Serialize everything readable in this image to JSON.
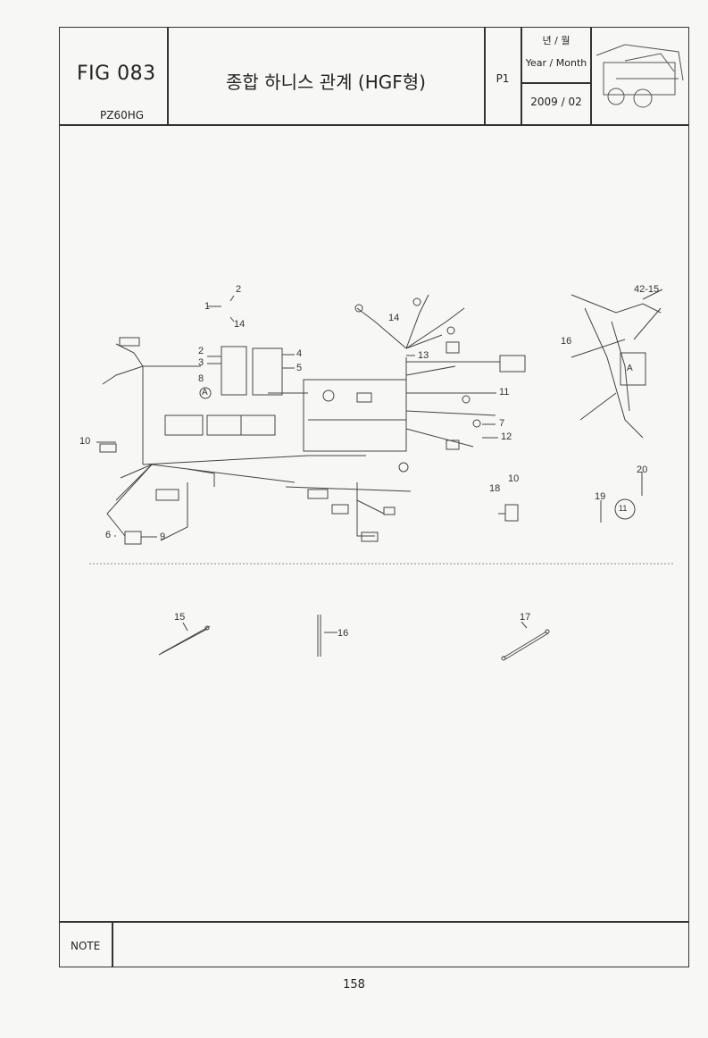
{
  "header": {
    "fig": "FIG 083",
    "model": "PZ60HG",
    "title": "종합 하니스 관계 (HGF형)",
    "page_code": "P1",
    "year_month_ko": "년 / 월",
    "year_month_en": "Year / Month",
    "date": "2009 / 02"
  },
  "footer": {
    "note_label": "NOTE",
    "page_number": "158"
  },
  "callouts": {
    "c1": "1",
    "c2": "2",
    "c14": "14",
    "c2b": "2",
    "c3": "3",
    "c4": "4",
    "c5": "5",
    "c8": "8",
    "cA1": "A",
    "c13": "13",
    "c14b": "14",
    "c11": "11",
    "c7": "7",
    "c12": "12",
    "c10": "10",
    "c6": "6",
    "c9": "9",
    "c4215": "42-15",
    "c16": "16",
    "cA2": "A",
    "c10b": "10",
    "c18": "18",
    "c20": "20",
    "c19": "19",
    "c11b": "11",
    "c15": "15",
    "c16b": "16",
    "c17": "17"
  }
}
